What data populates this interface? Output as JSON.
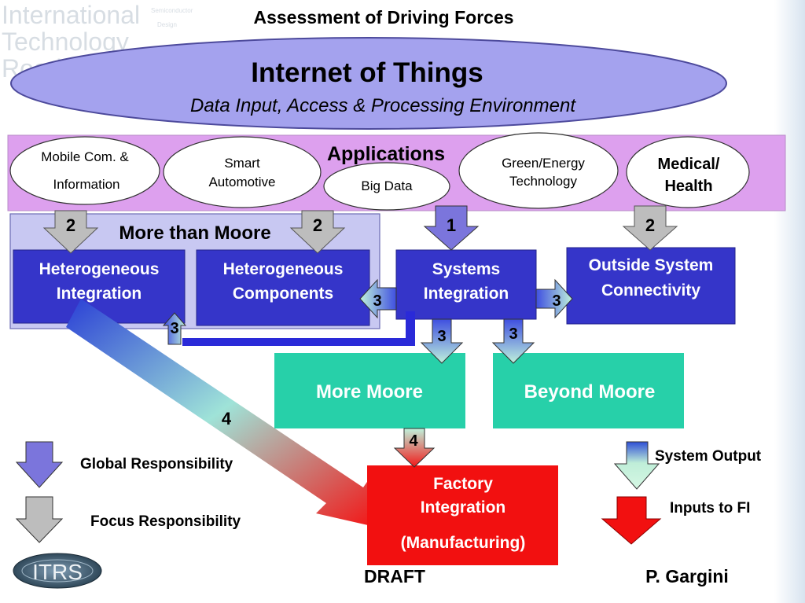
{
  "title": "Assessment of Driving Forces",
  "watermark": {
    "line1": "International",
    "line2": "Technology",
    "line3": "Roadmap",
    "small1": "Semiconductor",
    "small2": "Design"
  },
  "iot": {
    "title": "Internet of Things",
    "subtitle": "Data Input, Access & Processing Environment"
  },
  "applications": {
    "title": "Applications",
    "mobile_line1": "Mobile Com. &",
    "mobile_line2": "Information",
    "auto_line1": "Smart",
    "auto_line2": "Automotive",
    "bigdata": "Big Data",
    "green_line1": "Green/Energy",
    "green_line2": "Technology",
    "medical_line1": "Medical/",
    "medical_line2": "Health"
  },
  "mtm_label": "More than Moore",
  "boxes": {
    "het_int_line1": "Heterogeneous",
    "het_int_line2": "Integration",
    "het_comp_line1": "Heterogeneous",
    "het_comp_line2": "Components",
    "sys_line1": "Systems",
    "sys_line2": "Integration",
    "outside_line1": "Outside System",
    "outside_line2": "Connectivity",
    "more_moore": "More Moore",
    "beyond_moore": "Beyond Moore",
    "factory_line1": "Factory",
    "factory_line2": "Integration",
    "factory_line3": "(Manufacturing)"
  },
  "arrow_numbers": {
    "a2_left": "2",
    "a2_mid": "2",
    "a1": "1",
    "a2_right": "2",
    "a3_left": "3",
    "a3_right": "3",
    "a3_bottom": "3",
    "a3_down_mm": "3",
    "a3_down_bm": "3",
    "a4_diag": "4",
    "a4_down": "4"
  },
  "legend": {
    "global": "Global Responsibility",
    "focus": "Focus Responsibility",
    "system_output": "System Output",
    "inputs_fi": "Inputs to FI"
  },
  "footer": {
    "logo": "ITRS",
    "draft": "DRAFT",
    "author": "P. Gargini"
  },
  "colors": {
    "ellipse": "#a4a2ee",
    "band": "#dda0ee",
    "mtm_bg": "#c8c8f2",
    "blue_box": "#3535c9",
    "teal_box": "#27d0a9",
    "red_box": "#f21010",
    "global_arrow": "#7b75dc",
    "focus_arrow": "#bdbdbd"
  }
}
